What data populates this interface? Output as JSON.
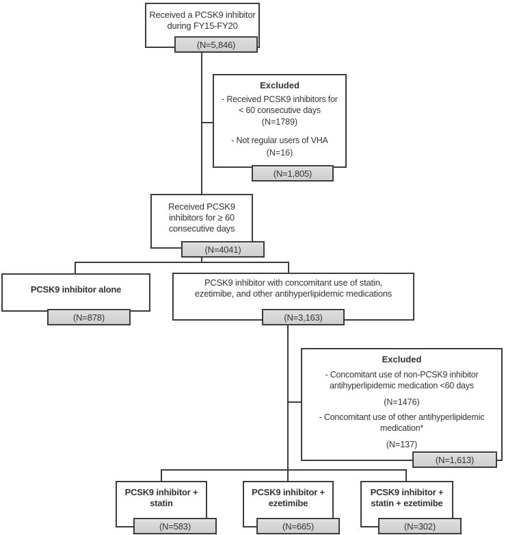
{
  "colors": {
    "border": "#3b3b3b",
    "line": "#3b3b3b",
    "gray_fill": "#d7d7d7",
    "text": "#333333"
  },
  "nodes": {
    "received_fy": {
      "text": "Received a PCSK9 inhibitor\nduring FY15-FY20",
      "n": "(N=5,846)"
    },
    "excluded1": {
      "title": "Excluded",
      "items": [
        {
          "text": "- Received PCSK9 inhibitors for\n< 60 consecutive days",
          "n": "(N=1789)"
        },
        {
          "text": "- Not regular users of VHA",
          "n": "(N=16)"
        }
      ],
      "n": "(N=1,805)"
    },
    "received_60d": {
      "text": "Received PCSK9\ninhibitors for ≥ 60\nconsecutive days",
      "n": "(N=4041)"
    },
    "alone": {
      "text": "PCSK9 inhibitor alone",
      "n": "(N=878)"
    },
    "concomitant": {
      "text": "PCSK9 inhibitor with concomitant use of statin,\nezetimibe, and other antihyperlipidemic medications",
      "n": "(N=3,163)"
    },
    "excluded2": {
      "title": "Excluded",
      "items": [
        {
          "text": "- Concomitant use of non-PCSK9 inhibitor\nantihyperlipidemic medication <60 days",
          "n": "(N=1476)"
        },
        {
          "text": "- Concomitant use of other antihyperlipidemic\nmedication*",
          "n": "(N=137)"
        }
      ],
      "n": "(N=1,613)"
    },
    "statin": {
      "text": "PCSK9 inhibitor +\nstatin",
      "n": "(N=583)"
    },
    "ezetimibe": {
      "text": "PCSK9 inhibitor +\nezetimibe",
      "n": "(N=665)"
    },
    "statin_ezetimibe": {
      "text": "PCSK9 inhibitor +\nstatin + ezetimibe",
      "n": "(N=302)"
    }
  }
}
